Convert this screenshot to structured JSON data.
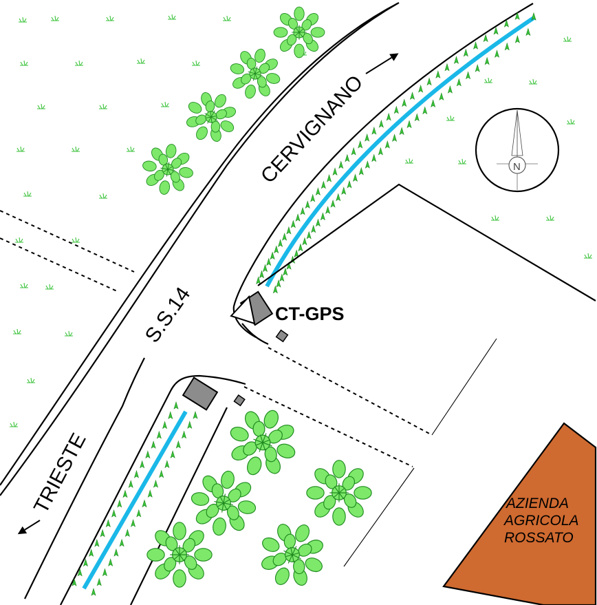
{
  "labels": {
    "road_north": "CERVIGNANO",
    "road_south": "TRIESTE",
    "highway": "S.S.14",
    "station": "CT-GPS"
  },
  "building": {
    "line1": "AZIENDA",
    "line2": "AGRICOLA",
    "line3": "ROSSATO"
  },
  "compass": {
    "letter": "N"
  },
  "colors": {
    "grass": "#39c239",
    "tree_fill": "#7de86a",
    "tree_stroke": "#1f8a1f",
    "water": "#1ab8e8",
    "building": "#cf6a30",
    "hut": "#8c8c8c",
    "line": "#000000"
  },
  "icons": {
    "grass": "grass-tuft-icon",
    "tree": "tree-icon",
    "hedge": "hedge-plant-icon",
    "compass": "compass-rose-icon",
    "arrow": "direction-arrow-icon"
  }
}
